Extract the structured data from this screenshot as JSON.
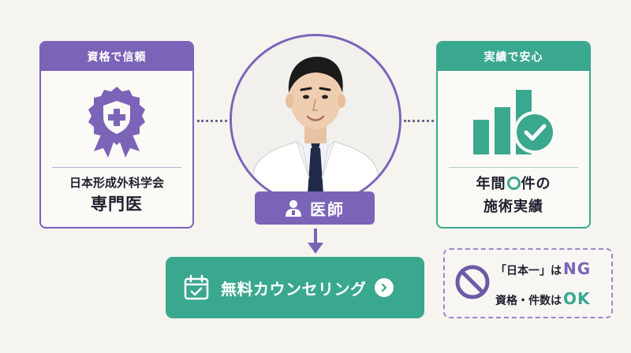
{
  "left_card": {
    "header": "資格で信頼",
    "line1": "日本形成外科学会",
    "line2": "専門医",
    "icon": "certified-badge-icon",
    "color": "#7b63b8"
  },
  "right_card": {
    "header": "実績で安心",
    "line1_pre": "年間",
    "line1_post": "件の",
    "line2": "施術実績",
    "icon": "bar-chart-check-icon",
    "color": "#3aa88e"
  },
  "center": {
    "role_label": "医師",
    "portrait": "doctor-portrait-photo"
  },
  "cta": {
    "label": "無料カウンセリング",
    "icon": "calendar-check-icon"
  },
  "rule_box": {
    "line1_text": "「日本一」は",
    "line1_tag": "NG",
    "line2_text": "資格・件数は",
    "line2_tag": "OK",
    "icon": "prohibited-icon"
  }
}
